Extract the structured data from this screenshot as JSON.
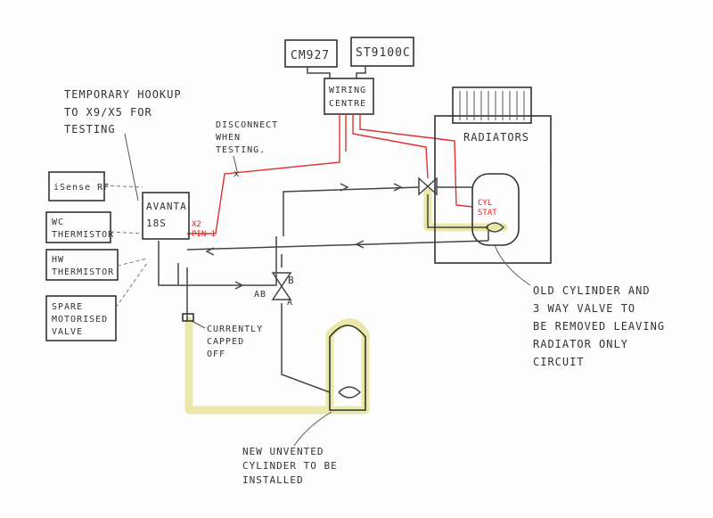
{
  "labels": {
    "cm927": "CM927",
    "st9100c": "ST9100C",
    "wiring_centre_1": "WIRING",
    "wiring_centre_2": "CENTRE",
    "temp_note_1": "TEMPORARY HOOKUP",
    "temp_note_2": "TO X9/X5 FOR",
    "temp_note_3": "TESTING",
    "disconnect_1": "DISCONNECT",
    "disconnect_2": "WHEN",
    "disconnect_3": "TESTING.",
    "radiators": "RADIATORS",
    "isense": "iSense RF",
    "wc_1": "WC",
    "wc_2": "THERMISTOR",
    "hw_1": "HW",
    "hw_2": "THERMISTOR",
    "spare_1": "SPARE",
    "spare_2": "MOTORISED",
    "spare_3": "VALVE",
    "boiler_1": "AVANTA",
    "boiler_2": "18S",
    "pin_1": "X2",
    "pin_2": "PIN 1",
    "cyl_stat_1": "CYL",
    "cyl_stat_2": "STAT",
    "port_b": "B",
    "port_ab": "AB",
    "port_a": "A",
    "capped_1": "CURRENTLY",
    "capped_2": "CAPPED",
    "capped_3": "OFF",
    "old_cyl_1": "OLD CYLINDER AND",
    "old_cyl_2": "3 WAY VALVE TO",
    "old_cyl_3": "BE REMOVED LEAVING",
    "old_cyl_4": "RADIATOR ONLY",
    "old_cyl_5": "CIRCUIT",
    "new_cyl_1": "NEW UNVENTED",
    "new_cyl_2": "CYLINDER TO BE",
    "new_cyl_3": "INSTALLED"
  },
  "colors": {
    "ink": "#333333",
    "wire_red": "#e03030",
    "highlight_yellow": "#e8e6a0"
  }
}
